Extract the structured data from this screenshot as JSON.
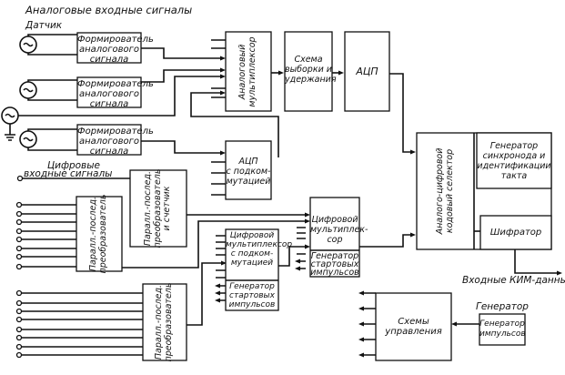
{
  "title": "Аналоговые входные сигналы",
  "labels": {
    "sensor": "Датчик",
    "digital_inputs_1": "Цифровые",
    "digital_inputs_2": "входные сигналы",
    "output": "Входные КИМ-данные",
    "generator_caption": "Генератор"
  },
  "blocks": {
    "shaper_1": [
      "Формирователь",
      "аналогового",
      "сигнала"
    ],
    "shaper_2": [
      "Формирователь",
      "аналогового",
      "сигнала"
    ],
    "shaper_3": [
      "Формирователь",
      "аналогового",
      "сигнала"
    ],
    "analog_mux": [
      "Аналоговый",
      "мультиплексор"
    ],
    "sample_hold": [
      "Схема",
      "выборки и",
      "удержания"
    ],
    "adc": [
      "АЦП"
    ],
    "adc_subcomm": [
      "АЦП",
      "с подком-",
      "мутацией"
    ],
    "par_ser_counter": [
      "Паралл.-послед.",
      "преобразователь",
      "и счетчик"
    ],
    "par_ser_1": [
      "Паралл.-послед.",
      "преобразователь"
    ],
    "par_ser_2": [
      "Паралл.-послед.",
      "преобразователь"
    ],
    "digital_mux_sub": [
      "Цифровой",
      "мультиплексор",
      "с подком-",
      "мутацией"
    ],
    "start_gen_1": [
      "Генератор",
      "стартовых",
      "импульсов"
    ],
    "digital_mux": [
      "Цифровой",
      "мультиплек-",
      "сор"
    ],
    "start_gen_2": [
      "Генератор",
      "стартовых",
      "импульсов"
    ],
    "selector": [
      "Аналого-цифровой",
      "кодовый селектор"
    ],
    "sync_gen": [
      "Генератор",
      "синхронода и",
      "идентификации",
      "такта"
    ],
    "encoder": [
      "Шифратор"
    ],
    "control": [
      "Схемы",
      "управления"
    ],
    "pulse_gen": [
      "Генератор",
      "импульсов"
    ]
  }
}
